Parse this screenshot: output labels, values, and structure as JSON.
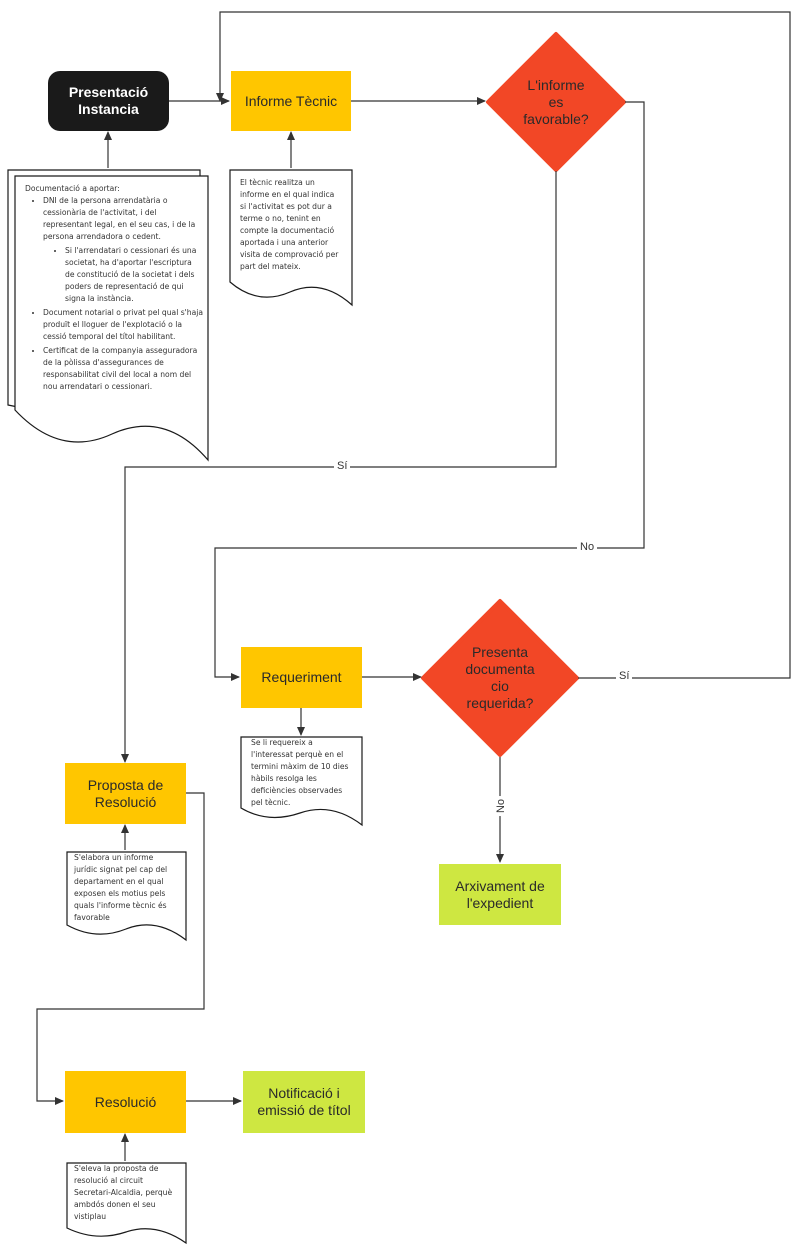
{
  "nodes": {
    "presentacio": "Presentació\nInstancia",
    "informe_tecnic": "Informe Tècnic",
    "decision_favorable": "L'informe\nes\nfavorable?",
    "requeriment": "Requeriment",
    "decision_documentacio": "Presenta\ndocumenta\ncio\nrequerida?",
    "proposta": "Proposta de\nResolució",
    "arxivament": "Arxivament de\nl'expedient",
    "resolucio": "Resolució",
    "notificacio": "Notificació i\nemissió de títol"
  },
  "notes": {
    "documentacio": {
      "title": "Documentació a aportar:",
      "item1": "DNI  de la persona arrendatària o cessionària de l'activitat, i del representant legal, en el seu cas, i de la persona arrendadora o  cedent.",
      "item1_sub": "Si l'arrendatari o cessionari és una societat, ha d'aportar l'escriptura de constitució de la societat i dels poders de representació de qui signa la instància.",
      "item2": "Document notarial o privat pel qual s'haja produït el lloguer de  l'explotació o la cessió temporal del títol habilitant.",
      "item3": "Certificat  de la companyia asseguradora de la pòlissa d'assegurances de  responsabilitat civil del local a nom del nou arrendatari o cessionari."
    },
    "informe": "El tècnic realitza un\ninforme en el qual indica\nsi l'activitat es pot dur a\nterme o no, tenint en\ncompte la documentació\naportada i una anterior\nvisita de comprovació per\npart del mateix.",
    "requeriment": "Se li requereix a\nl'interessat perquè en el\ntermini màxim de 10 dies\nhàbils resolga les\ndeficiències observades\npel tècnic.",
    "proposta": "S'elabora un informe\njurídic signat pel cap del\ndepartament en el qual\nexposen els motius pels\nquals l'informe tècnic és\nfavorable",
    "resolucio": "S'eleva la proposta de\nresolució al circuit\nSecretari-Alcaldia, perquè\nambdós donen el seu\nvistiplau"
  },
  "labels": {
    "si_favorable": "Sí",
    "no_favorable": "No",
    "si_documentacio": "Sí",
    "no_documentacio": "No"
  },
  "colors": {
    "dark": "#1a1a1a",
    "yellow": "#ffc600",
    "red": "#f24726",
    "lime": "#cee741",
    "line": "#333333"
  }
}
